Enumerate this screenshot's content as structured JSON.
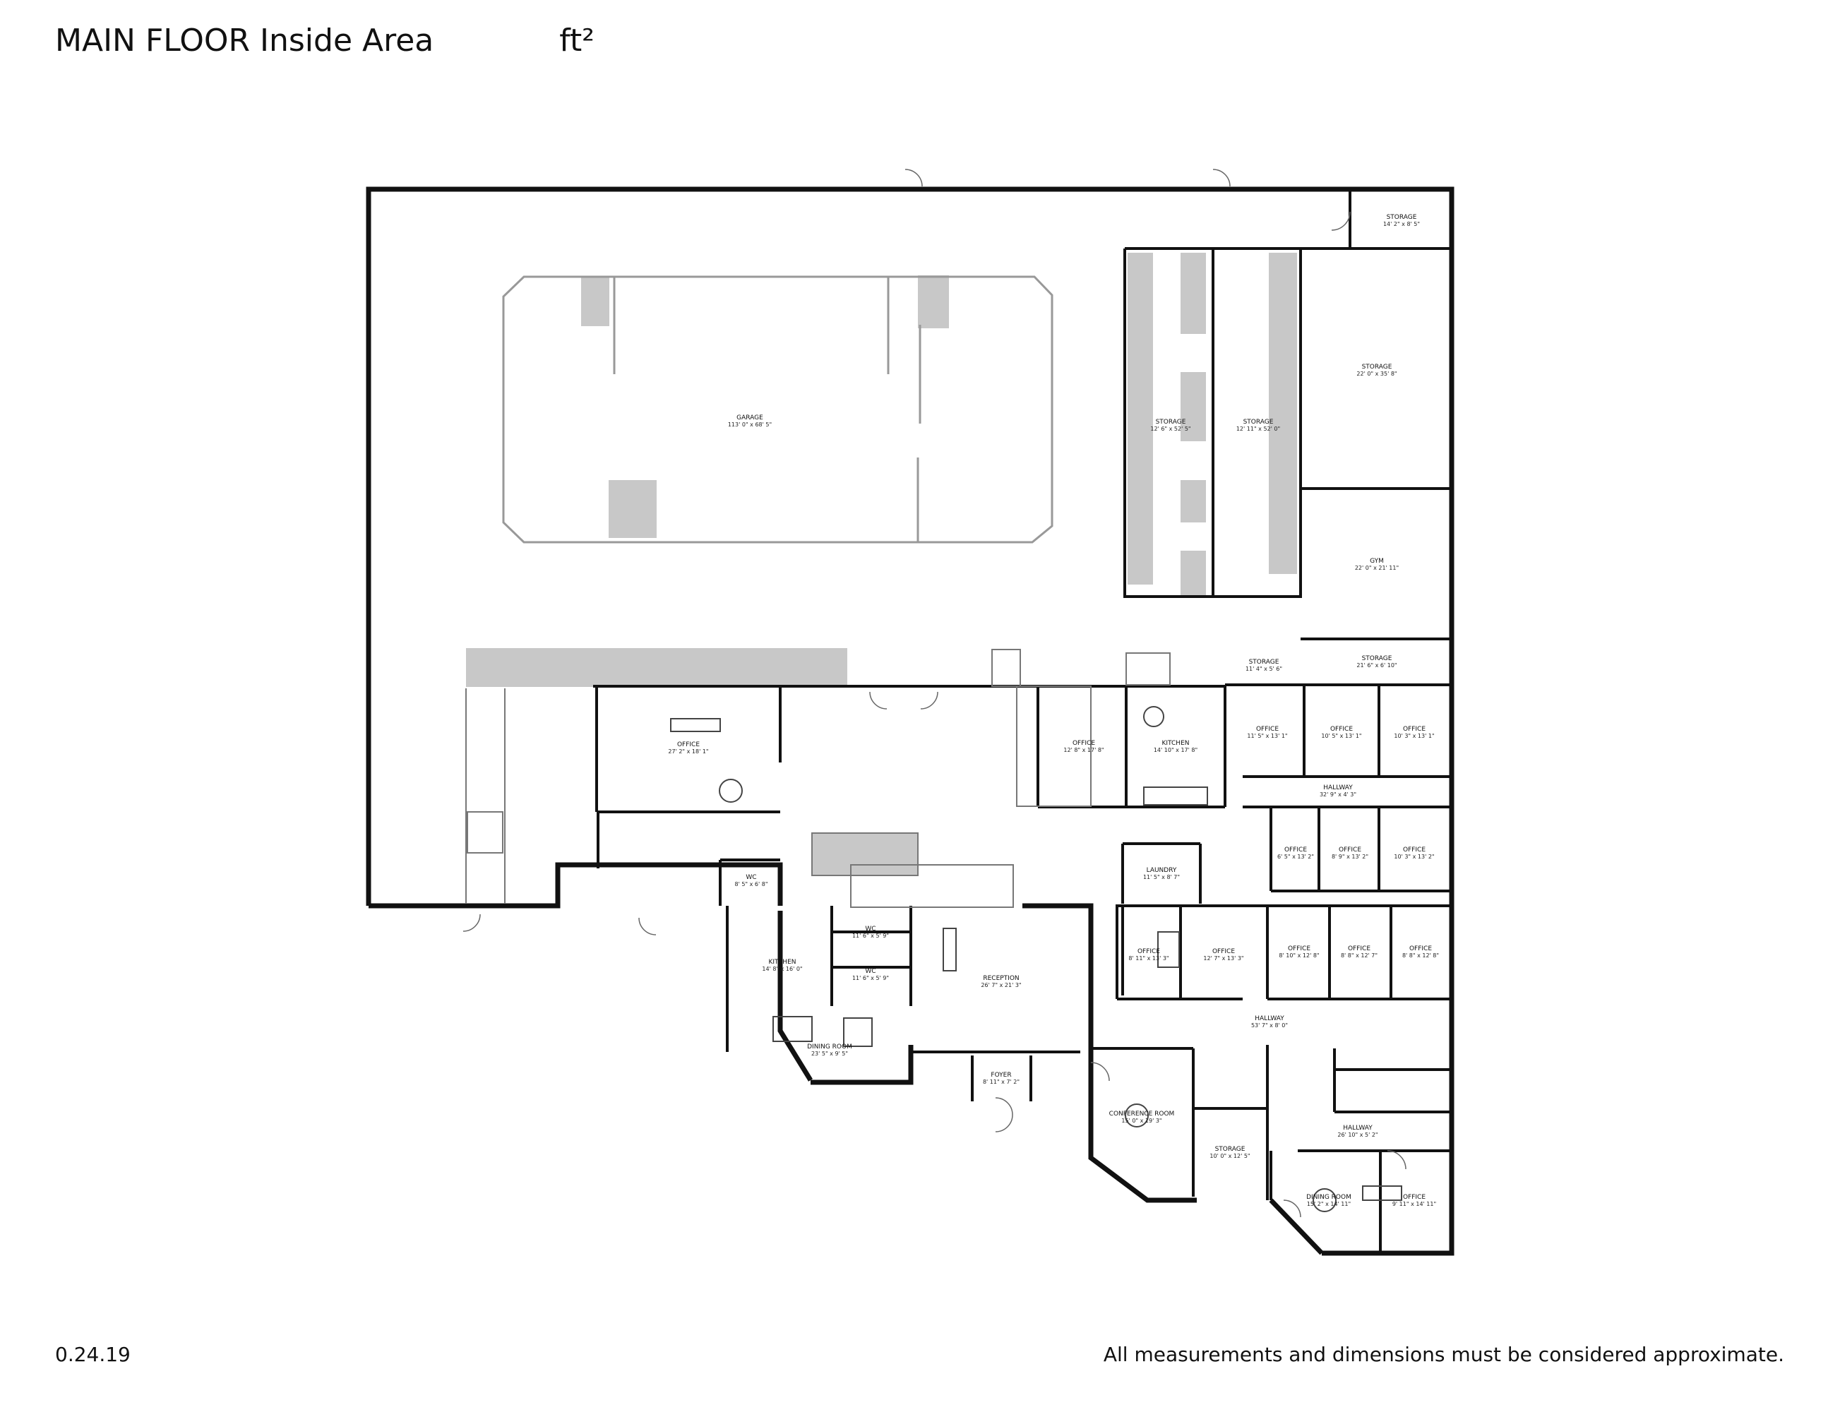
{
  "header": {
    "title": "MAIN FLOOR Inside Area",
    "unit": "ft²"
  },
  "footer": {
    "version": "0.24.19",
    "disclaimer": "All measurements and dimensions must be considered approximate."
  },
  "rooms": [
    {
      "id": "garage",
      "name": "GARAGE",
      "dims": "113' 0\" x 68' 5\""
    },
    {
      "id": "storage-a",
      "name": "STORAGE",
      "dims": "12' 6\" x 52' 5\""
    },
    {
      "id": "storage-b",
      "name": "STORAGE",
      "dims": "12' 11\" x 52' 0\""
    },
    {
      "id": "storage-c",
      "name": "STORAGE",
      "dims": "14' 2\" x 8' 5\""
    },
    {
      "id": "storage-d",
      "name": "STORAGE",
      "dims": "22' 0\" x 35' 8\""
    },
    {
      "id": "gym",
      "name": "GYM",
      "dims": "22' 0\" x 21' 11\""
    },
    {
      "id": "storage-e",
      "name": "STORAGE",
      "dims": "11' 4\" x 5' 6\""
    },
    {
      "id": "storage-f",
      "name": "STORAGE",
      "dims": "21' 6\" x 6' 10\""
    },
    {
      "id": "office-1",
      "name": "OFFICE",
      "dims": "27' 2\" x 18' 1\""
    },
    {
      "id": "office-2",
      "name": "OFFICE",
      "dims": "12' 8\" x 17' 8\""
    },
    {
      "id": "kitchen-1",
      "name": "KITCHEN",
      "dims": "14' 10\" x 17' 8\""
    },
    {
      "id": "office-3",
      "name": "OFFICE",
      "dims": "11' 5\" x 13' 1\""
    },
    {
      "id": "office-4",
      "name": "OFFICE",
      "dims": "10' 5\" x 13' 1\""
    },
    {
      "id": "office-5",
      "name": "OFFICE",
      "dims": "10' 3\" x 13' 1\""
    },
    {
      "id": "hallway-1",
      "name": "HALLWAY",
      "dims": "32' 9\" x 4' 3\""
    },
    {
      "id": "office-6",
      "name": "OFFICE",
      "dims": "6' 5\" x 13' 2\""
    },
    {
      "id": "office-7",
      "name": "OFFICE",
      "dims": "8' 9\" x 13' 2\""
    },
    {
      "id": "office-8",
      "name": "OFFICE",
      "dims": "10' 3\" x 13' 2\""
    },
    {
      "id": "laundry",
      "name": "LAUNDRY",
      "dims": "11' 5\" x 8' 7\""
    },
    {
      "id": "wc-1",
      "name": "WC",
      "dims": "8' 5\" x 6' 8\""
    },
    {
      "id": "wc-2",
      "name": "WC",
      "dims": "11' 6\" x 5' 9\""
    },
    {
      "id": "wc-3",
      "name": "WC",
      "dims": "11' 6\" x 5' 9\""
    },
    {
      "id": "kitchen-2",
      "name": "KITCHEN",
      "dims": "14' 8\" x 16' 0\""
    },
    {
      "id": "reception",
      "name": "RECEPTION",
      "dims": "26' 7\" x 21' 3\""
    },
    {
      "id": "dining-1",
      "name": "DINING ROOM",
      "dims": "23' 5\" x 9' 5\""
    },
    {
      "id": "foyer",
      "name": "FOYER",
      "dims": "8' 11\" x 7' 2\""
    },
    {
      "id": "office-9",
      "name": "OFFICE",
      "dims": "8' 11\" x 13' 3\""
    },
    {
      "id": "office-10",
      "name": "OFFICE",
      "dims": "12' 7\" x 13' 3\""
    },
    {
      "id": "office-11",
      "name": "OFFICE",
      "dims": "8' 10\" x 12' 8\""
    },
    {
      "id": "office-12",
      "name": "OFFICE",
      "dims": "8' 8\" x 12' 7\""
    },
    {
      "id": "office-13",
      "name": "OFFICE",
      "dims": "8' 8\" x 12' 8\""
    },
    {
      "id": "hallway-2",
      "name": "HALLWAY",
      "dims": "53' 7\" x 8' 0\""
    },
    {
      "id": "conference",
      "name": "CONFERENCE ROOM",
      "dims": "15' 0\" x 19' 3\""
    },
    {
      "id": "storage-g",
      "name": "STORAGE",
      "dims": "10' 0\" x 12' 5\""
    },
    {
      "id": "hallway-3",
      "name": "HALLWAY",
      "dims": "26' 10\" x 5' 2\""
    },
    {
      "id": "dining-2",
      "name": "DINING ROOM",
      "dims": "15' 2\" x 14' 11\""
    },
    {
      "id": "office-14",
      "name": "OFFICE",
      "dims": "9' 11\" x 14' 11\""
    }
  ]
}
